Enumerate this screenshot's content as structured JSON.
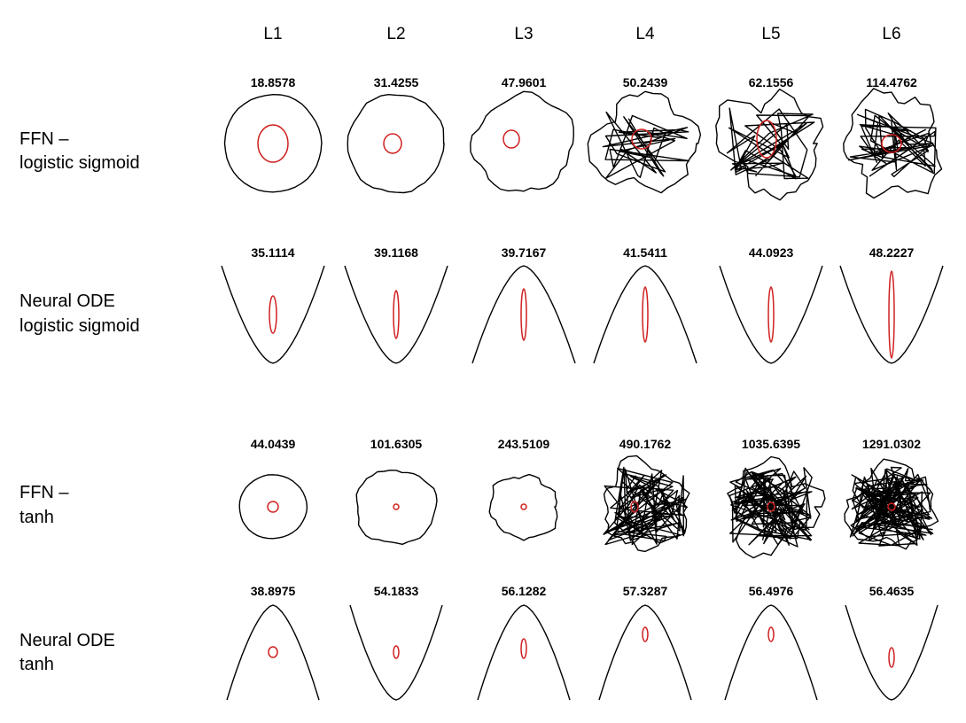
{
  "columns": [
    "L1",
    "L2",
    "L3",
    "L4",
    "L5",
    "L6"
  ],
  "rows": [
    {
      "label_lines": [
        "FFN –",
        "logistic sigmoid"
      ],
      "values": [
        "18.8578",
        "31.4255",
        "47.9601",
        "50.2439",
        "62.1556",
        "114.4762"
      ]
    },
    {
      "label_lines": [
        "Neural ODE",
        "logistic sigmoid"
      ],
      "values": [
        "35.1114",
        "39.1168",
        "39.7167",
        "41.5411",
        "44.0923",
        "48.2227"
      ]
    },
    {
      "label_lines": [
        "FFN –",
        "tanh"
      ],
      "values": [
        "44.0439",
        "101.6305",
        "243.5109",
        "490.1762",
        "1035.6395",
        "1291.0302"
      ]
    },
    {
      "label_lines": [
        "Neural ODE",
        "tanh"
      ],
      "values": [
        "38.8975",
        "54.1833",
        "56.1282",
        "57.3287",
        "56.4976",
        "56.4635"
      ]
    }
  ],
  "colors": {
    "curve": "#000000",
    "inner": "#d02020"
  }
}
